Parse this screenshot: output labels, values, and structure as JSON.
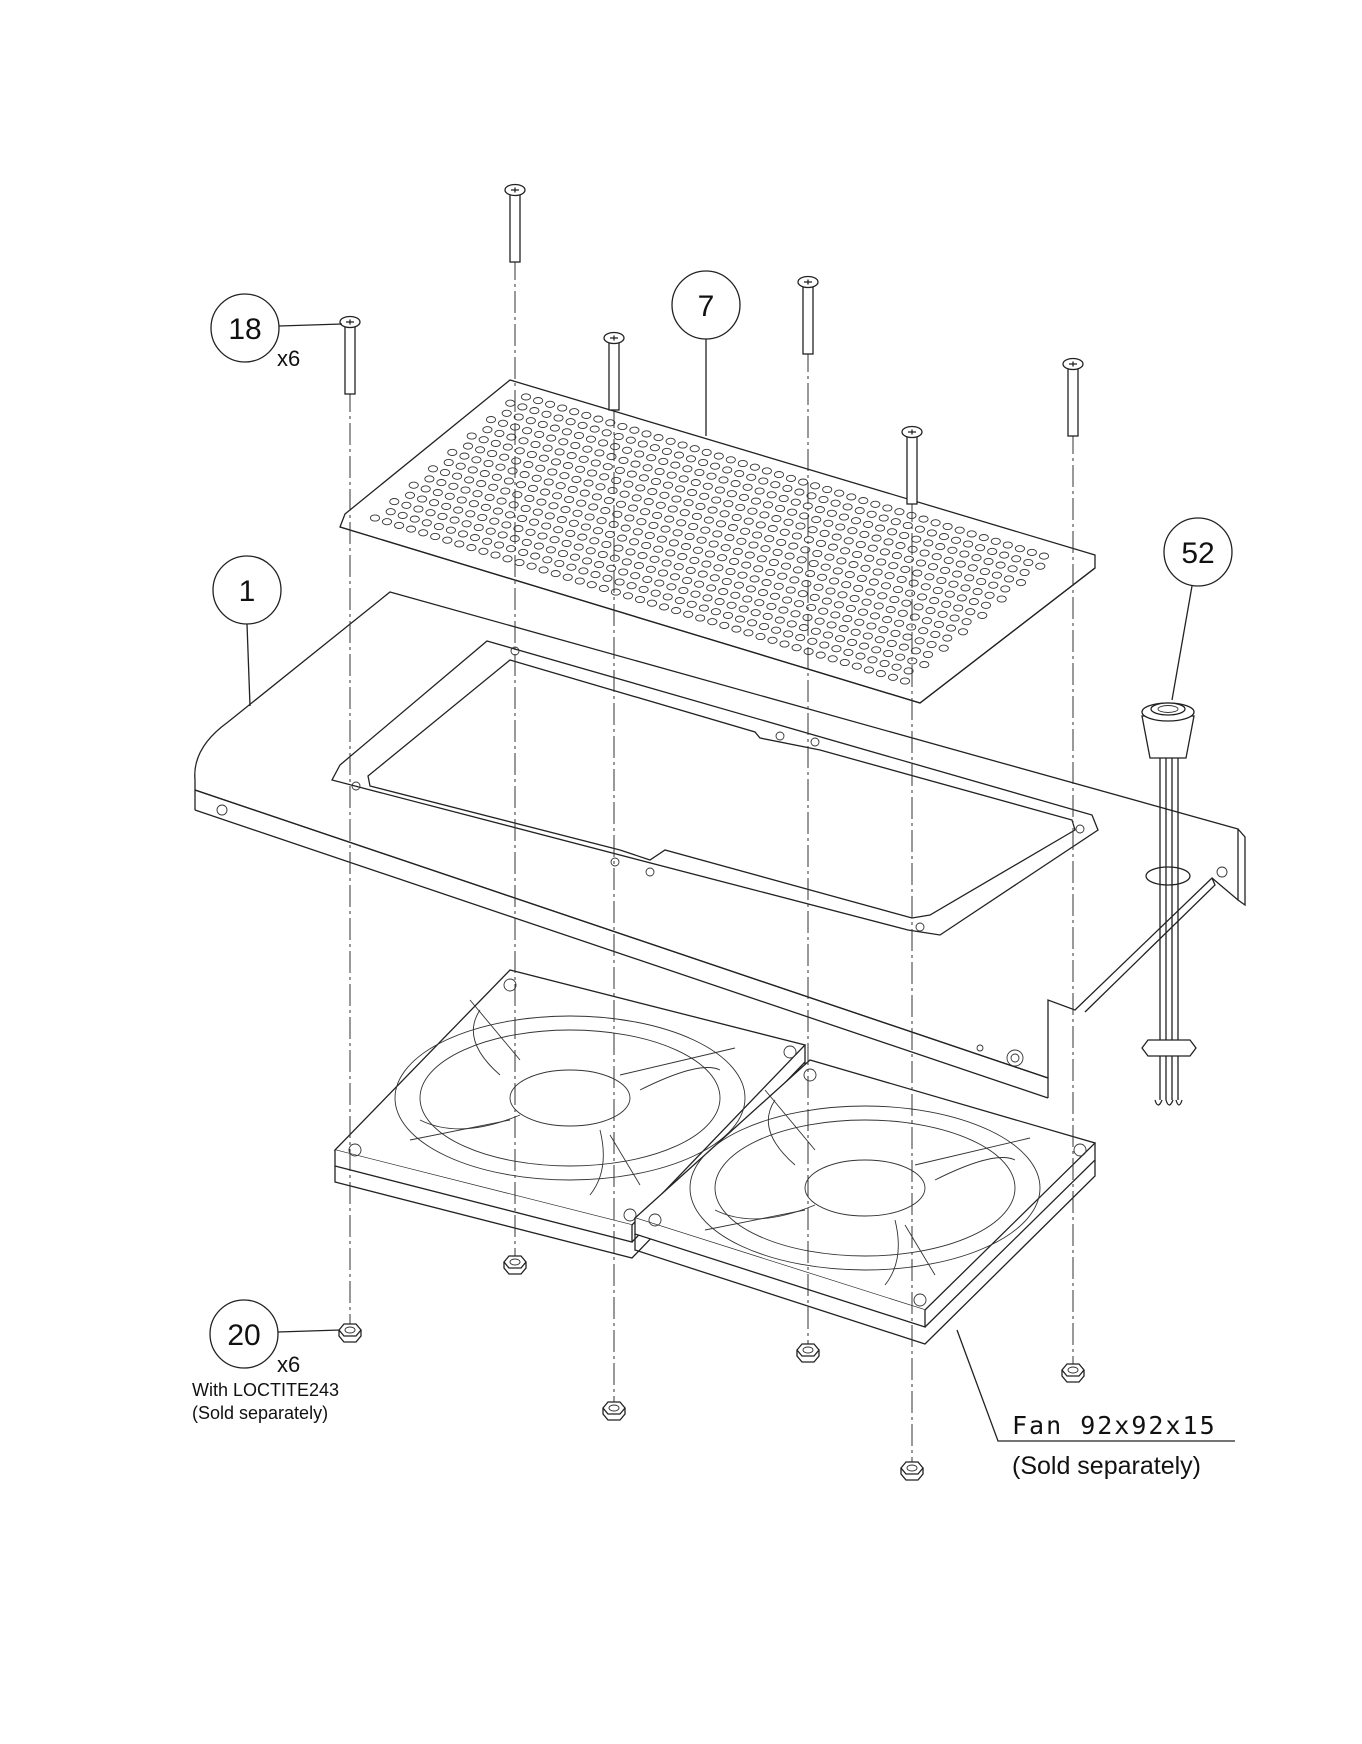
{
  "callouts": {
    "c18": {
      "number": "18",
      "qty": "x6"
    },
    "c7": {
      "number": "7"
    },
    "c1": {
      "number": "1"
    },
    "c52": {
      "number": "52"
    },
    "c20": {
      "number": "20",
      "qty": "x6",
      "note1": "With LOCTITE243",
      "note2": "(Sold separately)"
    }
  },
  "fan_label": {
    "line1": "Fan 92x92x15",
    "line2": "(Sold separately)"
  }
}
